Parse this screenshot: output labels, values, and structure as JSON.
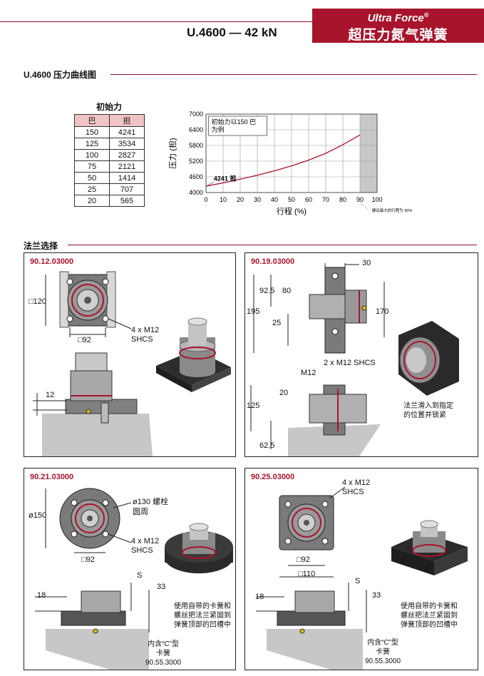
{
  "header": {
    "brand_en": "Ultra Force",
    "brand_reg": "®",
    "brand_zh": "超压力氮气弹簧",
    "model_title": "U.4600 —  42 kN"
  },
  "section_curve": {
    "title": "U.4600 压力曲线图"
  },
  "force_table": {
    "title": "初始力",
    "col1": "巴",
    "col2": "担",
    "rows": [
      [
        "150",
        "4241"
      ],
      [
        "125",
        "3534"
      ],
      [
        "100",
        "2827"
      ],
      [
        "75",
        "2121"
      ],
      [
        "50",
        "1414"
      ],
      [
        "25",
        "707"
      ],
      [
        "20",
        "565"
      ]
    ]
  },
  "chart_data": {
    "type": "line",
    "ylabel": "压力 (担)",
    "xlabel": "行程 (%)",
    "xlim": [
      0,
      100
    ],
    "ylim": [
      4000,
      7000
    ],
    "x_ticks": [
      "0",
      "10",
      "20",
      "30",
      "40",
      "50",
      "60",
      "70",
      "80",
      "90",
      "100"
    ],
    "y_ticks": [
      "4000",
      "4600",
      "5200",
      "5800",
      "6400",
      "7000"
    ],
    "grid": true,
    "series": [
      {
        "x": [
          0,
          10,
          20,
          30,
          40,
          50,
          60,
          70,
          80,
          90
        ],
        "values": [
          4241,
          4370,
          4510,
          4660,
          4830,
          5020,
          5240,
          5500,
          5830,
          6200
        ]
      }
    ],
    "shaded_region": [
      90,
      100
    ],
    "annotation_box": "初始力以150 巴\n为例",
    "annotation_point": "4241 担",
    "recommend_note": "建议最大的行程为 90%",
    "line_color": "#a8142c"
  },
  "section_flange": {
    "title": "法兰选择"
  },
  "panels": [
    {
      "code": "90.12.03000",
      "dim_side": "□120",
      "dim_bottom": "□92",
      "bolt_label": "4 x M12\nSHCS",
      "dim_height": "12"
    },
    {
      "code": "90.19.03000",
      "dim_30": "30",
      "dim_925": "92.5",
      "dim_80": "80",
      "dim_195": "195",
      "dim_170": "170",
      "dim_25": "25",
      "bolt_label": "2 x M12 SHCS",
      "m12": "M12",
      "dim_20": "20",
      "dim_125": "125",
      "dim_625": "62.5",
      "note": "法兰滑入到指定\n的位置并锁紧"
    },
    {
      "code": "90.21.03000",
      "dim_dia150": "ø150",
      "dim_bolt_circle": "ø130 螺栓\n圆周",
      "bolt_label": "4 x M12\nSHCS",
      "dim_bottom": "□92",
      "dim_s": "S",
      "dim_33": "33",
      "dim_18": "18",
      "note": "使用自带的卡簧和\n螺丝把法兰紧固到\n弹簧顶部的凹槽中",
      "clip_label": "内含“C”型\n卡簧\n90.55.3000"
    },
    {
      "code": "90.25.03000",
      "bolt_label": "4 x M12\nSHCS",
      "dim_92": "□92",
      "dim_110": "□110",
      "dim_s": "S",
      "dim_33": "33",
      "dim_18": "18",
      "note": "使用自带的卡簧和\n螺丝把法兰紧固到\n弹簧顶部的凹槽中",
      "clip_label": "内含“C”型\n卡簧\n90.55.3000"
    }
  ]
}
